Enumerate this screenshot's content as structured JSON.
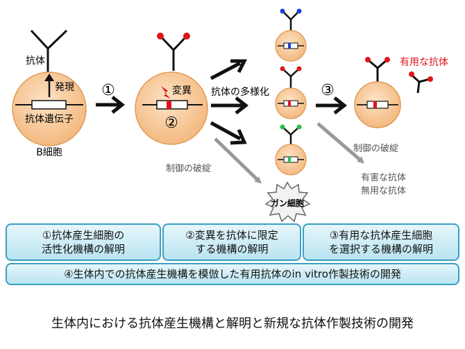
{
  "labels": {
    "antibody": "抗体",
    "expression": "発現",
    "antibody_gene": "抗体遺伝子",
    "b_cell": "B細胞",
    "step1": "①",
    "mutation": "変異",
    "step2": "②",
    "diversification": "抗体の多様化",
    "step3": "③",
    "useful_antibody": "有用な抗体",
    "dysregulation_left": "制御の破綻",
    "dysregulation_right": "制御の破綻",
    "cancer_cell": "ガン細胞",
    "harmful_antibody": "有害な抗体",
    "useless_antibody": "無用な抗体"
  },
  "boxes": {
    "box1_line1": "①抗体産生細胞の",
    "box1_line2": "活性化機構の解明",
    "box2_line1": "②変異を抗体に限定",
    "box2_line2": "する機構の解明",
    "box3_line1": "③有用な抗体産生細胞",
    "box3_line2": "を選択する機構の解明",
    "box4": "④生体内での抗体産生機構を模倣した有用抗体のin vitro作製技術の開発"
  },
  "caption": "生体内における抗体産生機構と解明と新規な抗体作製技術の開発",
  "colors": {
    "cell_fill": "#f7c89a",
    "cell_stroke": "#e09a55",
    "red_mark": "#e0151b",
    "blue_mark": "#1f3fd6",
    "green_mark": "#27c24a",
    "box_border": "#3a9fc2",
    "gray_arrow": "#999999",
    "useful_text": "#e0151b"
  }
}
